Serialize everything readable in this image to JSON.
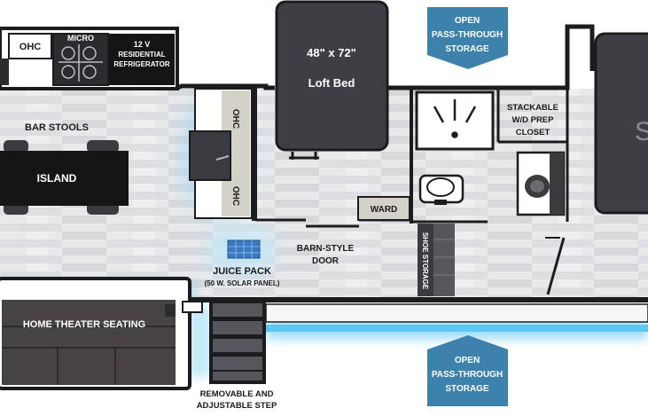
{
  "colors": {
    "wall": "#1c1c1e",
    "floor_light": "#e9eaec",
    "floor_dark": "#cfd1d5",
    "furniture_dark": "#3a3b3f",
    "furniture_black": "#151517",
    "callout_blue": "#3d82ad",
    "glow": "#8fd3f0",
    "glow_strong": "#4fc3ee",
    "solar_blue": "#3a79c2"
  },
  "icons": [
    "kitchen-stove-icon",
    "sink-icon",
    "toilet-icon",
    "shower-drain-icon",
    "solar-panel-icon",
    "steps-icon",
    "tv-icon"
  ],
  "labels": {
    "ohc_top": "OHC",
    "micro": "MICRO",
    "fridge_line1": "12 V",
    "fridge_line2": "RESIDENTIAL",
    "fridge_line3": "REFRIGERATOR",
    "bar_stools": "BAR STOOLS",
    "island": "ISLAND",
    "ohc_side_1": "OHC",
    "ohc_side_2": "OHC",
    "bed_size": "48\" x 72\"",
    "bed_name": "Loft Bed",
    "storage_top_line1": "OPEN",
    "storage_top_line2": "PASS-THROUGH",
    "storage_top_line3": "STORAGE",
    "stackable_line1": "STACKABLE",
    "stackable_line2": "W/D PREP",
    "stackable_line3": "CLOSET",
    "ward": "WARD",
    "shoe_storage": "SHOE STORAGE",
    "barn_door_line1": "BARN-STYLE",
    "barn_door_line2": "DOOR",
    "juice_pack_line1": "JUICE PACK",
    "juice_pack_line2": "(50 W. SOLAR PANEL)",
    "home_theater": "HOME THEATER SEATING",
    "step_line1": "REMOVABLE AND",
    "step_line2": "ADJUSTABLE STEP",
    "storage_bottom_line1": "OPEN",
    "storage_bottom_line2": "PASS-THROUGH",
    "storage_bottom_line3": "STORAGE",
    "partial_letter": "S"
  }
}
